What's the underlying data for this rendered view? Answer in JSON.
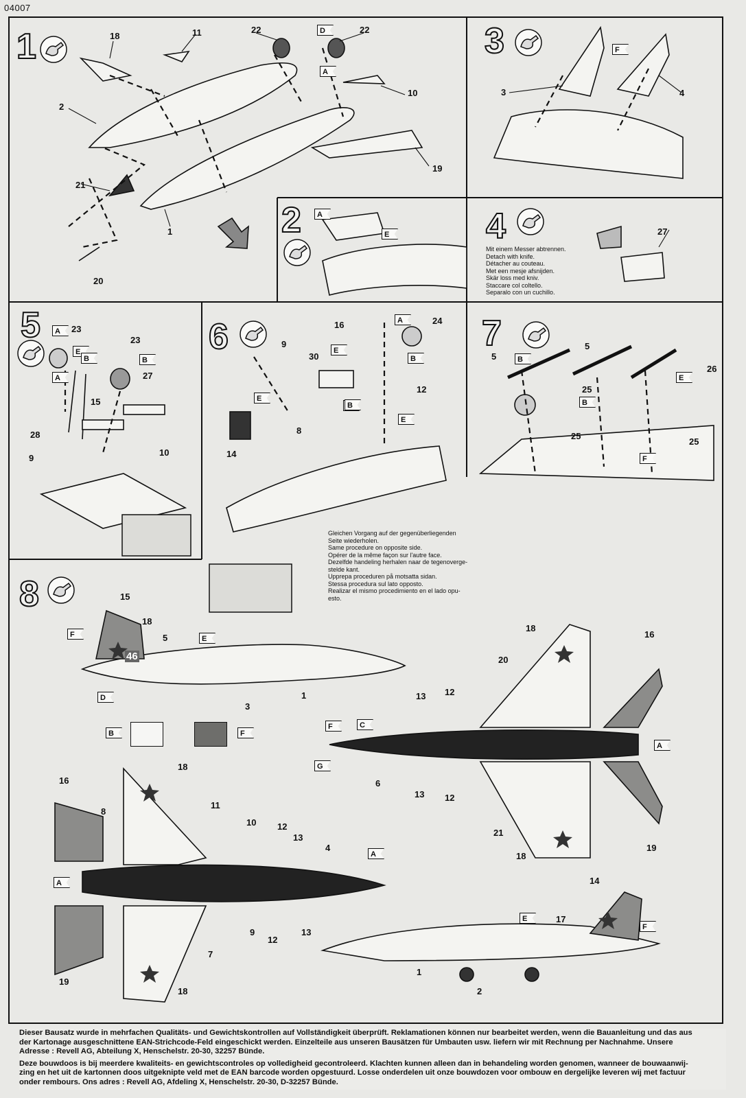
{
  "header": {
    "code": "04007"
  },
  "steps": [
    "1",
    "2",
    "3",
    "4",
    "5",
    "6",
    "7",
    "8"
  ],
  "notes": {
    "cut": "Mit einem Messer abtrennen.\nDetach with knife.\nDétacher au couteau.\nMet een mesje afsnijden.\nSkär loss med kniv.\nStaccare col coltello.\nSeparalo con un cuchillo.",
    "opposite": "Gleichen Vorgang auf der gegenüberliegenden\nSeite wiederholen.\nSame procedure on opposite side.\nOpérer de la même façon sur l'autre face.\nDezelfde handeling herhalen naar de tegenoverge-\nstelde kant.\nUpprepa proceduren på motsatta sidan.\nStessa procedura sul lato opposto.\nRealizar el mismo procedimiento en el lado opu-\nesto."
  },
  "legend": {
    "de": "Dieser Bausatz wurde in mehrfachen Qualitäts- und Gewichtskontrollen auf Vollständigkeit überprüft. Reklamationen können nur bearbeitet werden, wenn die Bauanleitung und das aus\nder Kartonage ausgeschnittene EAN-Strichcode-Feld eingeschickt werden. Einzelteile aus unseren Bausätzen für Umbauten usw. liefern wir mit Rechnung per Nachnahme. Unsere\nAdresse : Revell AG, Abteilung X, Henschelstr. 20-30, 32257 Bünde.",
    "nl": "Deze bouwdoos is bij meerdere kwaliteits- en gewichtscontroles op volledigheid gecontroleerd. Klachten kunnen alleen dan in behandeling worden genomen, wanneer de bouwaanwij-\nzing en het uit de kartonnen doos uitgeknipte veld met de EAN barcode worden opgestuurd. Losse onderdelen uit onze bouwdozen voor ombouw en dergelijke leveren wij met factuur\nonder rembours. Ons adres : Revell AG, Afdeling X, Henschelstr. 20-30, D-32257 Bünde."
  },
  "colors": {
    "ink": "#111111",
    "paper": "#e9e9e6",
    "greyA": "#9a9a97",
    "greyB": "#6e6e6b"
  },
  "labels": {
    "s1": [
      "18",
      "11",
      "22",
      "22",
      "2",
      "10",
      "19",
      "21",
      "1",
      "20"
    ],
    "s3": [
      "3",
      "4"
    ],
    "s4": [
      "27"
    ],
    "s5": [
      "23",
      "23",
      "15",
      "27",
      "28",
      "9",
      "10"
    ],
    "s6": [
      "9",
      "30",
      "16",
      "24",
      "12",
      "8",
      "14"
    ],
    "s7": [
      "5",
      "5",
      "26",
      "25",
      "25",
      "25"
    ],
    "s8": [
      "15",
      "18",
      "5",
      "3",
      "1",
      "18",
      "20",
      "16",
      "13",
      "12",
      "6",
      "13",
      "12",
      "21",
      "18",
      "19",
      "16",
      "8",
      "11",
      "10",
      "12",
      "13",
      "4",
      "9",
      "12",
      "13",
      "7",
      "19",
      "18",
      "18",
      "14",
      "17",
      "1",
      "2"
    ],
    "fuselage_marking": "46",
    "flags": [
      "D",
      "A",
      "F",
      "A",
      "E",
      "A",
      "E",
      "A",
      "B",
      "B",
      "E",
      "E",
      "A",
      "B",
      "E",
      "B",
      "B",
      "E",
      "B",
      "E",
      "F",
      "E",
      "F",
      "D",
      "B",
      "F",
      "F",
      "C",
      "G",
      "A",
      "A",
      "A",
      "E",
      "F"
    ]
  }
}
